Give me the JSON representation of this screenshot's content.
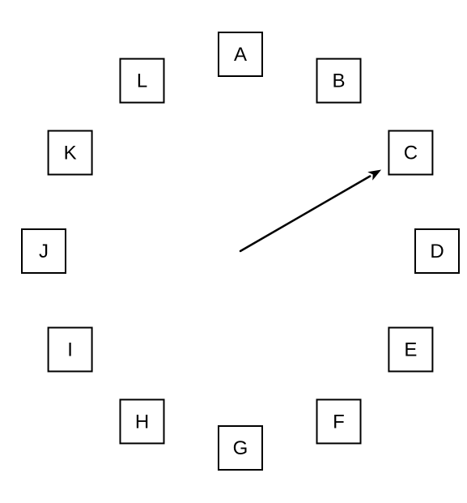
{
  "diagram": {
    "nodes": [
      {
        "id": "A",
        "label": "A"
      },
      {
        "id": "B",
        "label": "B"
      },
      {
        "id": "C",
        "label": "C"
      },
      {
        "id": "D",
        "label": "D"
      },
      {
        "id": "E",
        "label": "E"
      },
      {
        "id": "F",
        "label": "F"
      },
      {
        "id": "G",
        "label": "G"
      },
      {
        "id": "H",
        "label": "H"
      },
      {
        "id": "I",
        "label": "I"
      },
      {
        "id": "J",
        "label": "J"
      },
      {
        "id": "K",
        "label": "K"
      },
      {
        "id": "L",
        "label": "L"
      }
    ],
    "pointer": {
      "target": "C"
    },
    "colors": {
      "stroke": "#000000",
      "background": "#ffffff"
    }
  }
}
